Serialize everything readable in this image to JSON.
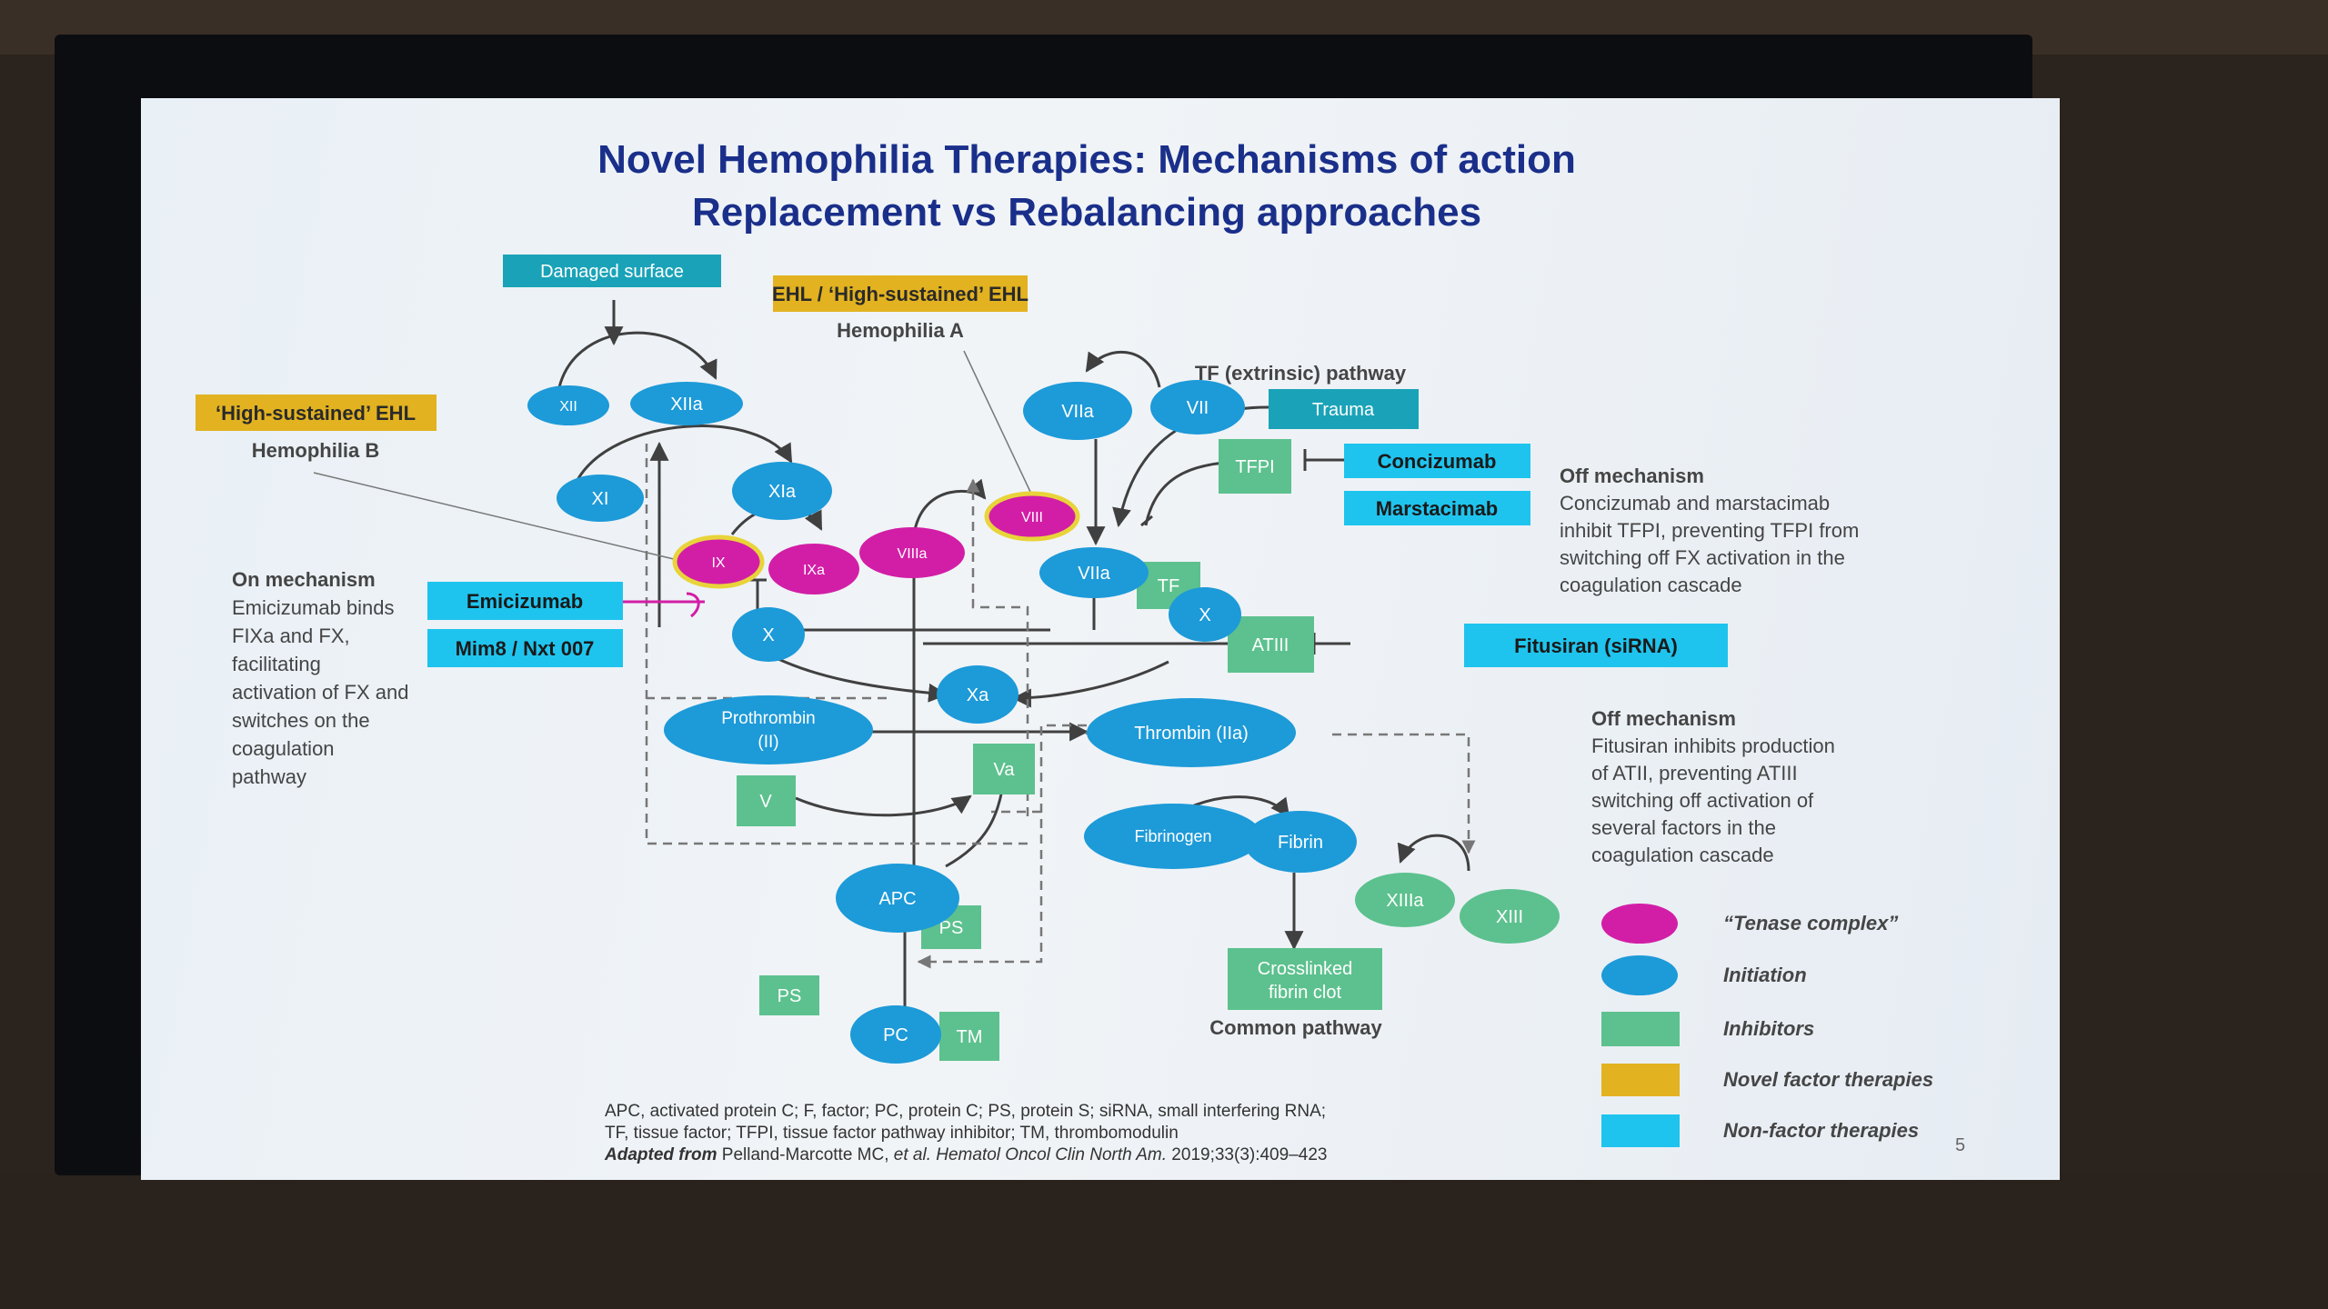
{
  "slide": {
    "title_line1": "Novel Hemophilia Therapies: Mechanisms of action",
    "title_line2": "Replacement vs Rebalancing approaches",
    "page_number": "5"
  },
  "diagram": {
    "therapy_boxes": {
      "damaged_surface": "Damaged surface",
      "ehl_a": "EHL / ‘High-sustained’ EHL",
      "ehl_b": "‘High-sustained’ EHL",
      "emicizumab": "Emicizumab",
      "mim8": "Mim8 / Nxt 007",
      "trauma": "Trauma",
      "concizumab": "Concizumab",
      "marstacimab": "Marstacimab",
      "fitusiran": "Fitusiran (siRNA)"
    },
    "labels": {
      "hemophilia_a": "Hemophilia A",
      "hemophilia_b": "Hemophilia B",
      "tf_pathway": "TF (extrinsic) pathway",
      "common_pathway": "Common pathway"
    },
    "nodes": {
      "xii": "XII",
      "xiia": "XIIa",
      "xi": "XI",
      "xia": "XIa",
      "ix": "IX",
      "ixa": "IXa",
      "viiia": "VIIIa",
      "viii": "VIII",
      "viia_top": "VIIa",
      "vii": "VII",
      "viia_mid": "VIIa",
      "x_left": "X",
      "x_right": "X",
      "xa": "Xa",
      "prothrombin_line1": "Prothrombin",
      "prothrombin_line2": "(II)",
      "thrombin": "Thrombin (IIa)",
      "fibrinogen": "Fibrinogen",
      "fibrin": "Fibrin",
      "xiiia": "XIIIa",
      "xiii": "XIII",
      "apc": "APC",
      "pc": "PC"
    },
    "inhibitors": {
      "tfpi": "TFPI",
      "tf": "TF",
      "atiii": "ATIII",
      "va": "Va",
      "v": "V",
      "ps1": "PS",
      "ps2": "PS",
      "tm": "TM",
      "clot_line1": "Crosslinked",
      "clot_line2": "fibrin clot"
    },
    "on_mechanism": {
      "heading": "On mechanism",
      "lines": [
        "Emicizumab binds",
        "FIXa and FX,",
        "facilitating",
        "activation of FX and",
        "switches on the",
        "coagulation",
        "pathway"
      ]
    },
    "off_mechanism_tfpi": {
      "heading": "Off mechanism",
      "lines": [
        "Concizumab and marstacimab",
        "inhibit TFPI, preventing TFPI from",
        "switching off FX activation in the",
        "coagulation cascade"
      ]
    },
    "off_mechanism_atiii": {
      "heading": "Off mechanism",
      "lines": [
        "Fitusiran inhibits production",
        "of ATII, preventing ATIII",
        "switching off activation of",
        "several factors in the",
        "coagulation cascade"
      ]
    }
  },
  "legend": [
    {
      "label": "“Tenase complex”",
      "color": "#d21ea6",
      "shape": "ellipse"
    },
    {
      "label": "Initiation",
      "color": "#1d9ad8",
      "shape": "ellipse"
    },
    {
      "label": "Inhibitors",
      "color": "#5cc18e",
      "shape": "rect"
    },
    {
      "label": "Novel factor therapies",
      "color": "#e2b220",
      "shape": "rect"
    },
    {
      "label": "Non-factor therapies",
      "color": "#1fc4ee",
      "shape": "rect"
    }
  ],
  "footnote": {
    "line1": "APC, activated protein C; F, factor; PC, protein C; PS, protein S; siRNA, small interfering RNA;",
    "line2": "TF, tissue factor; TFPI, tissue factor pathway inhibitor; TM, thrombomodulin",
    "adapted_label": "Adapted from",
    "citation_authors": " Pelland-Marcotte MC, ",
    "citation_etal": "et al. Hematol Oncol Clin North Am.",
    "citation_rest": " 2019;33(3):409–423"
  },
  "colors": {
    "title": "#1a2f8a",
    "initiation": "#1d9ad8",
    "tenase": "#d21ea6",
    "inhibitor": "#5cc18e",
    "novel_factor": "#e2b220",
    "non_factor": "#1fc4ee",
    "damaged_surface_box": "#1aa3b8",
    "arrow": "#404040"
  }
}
